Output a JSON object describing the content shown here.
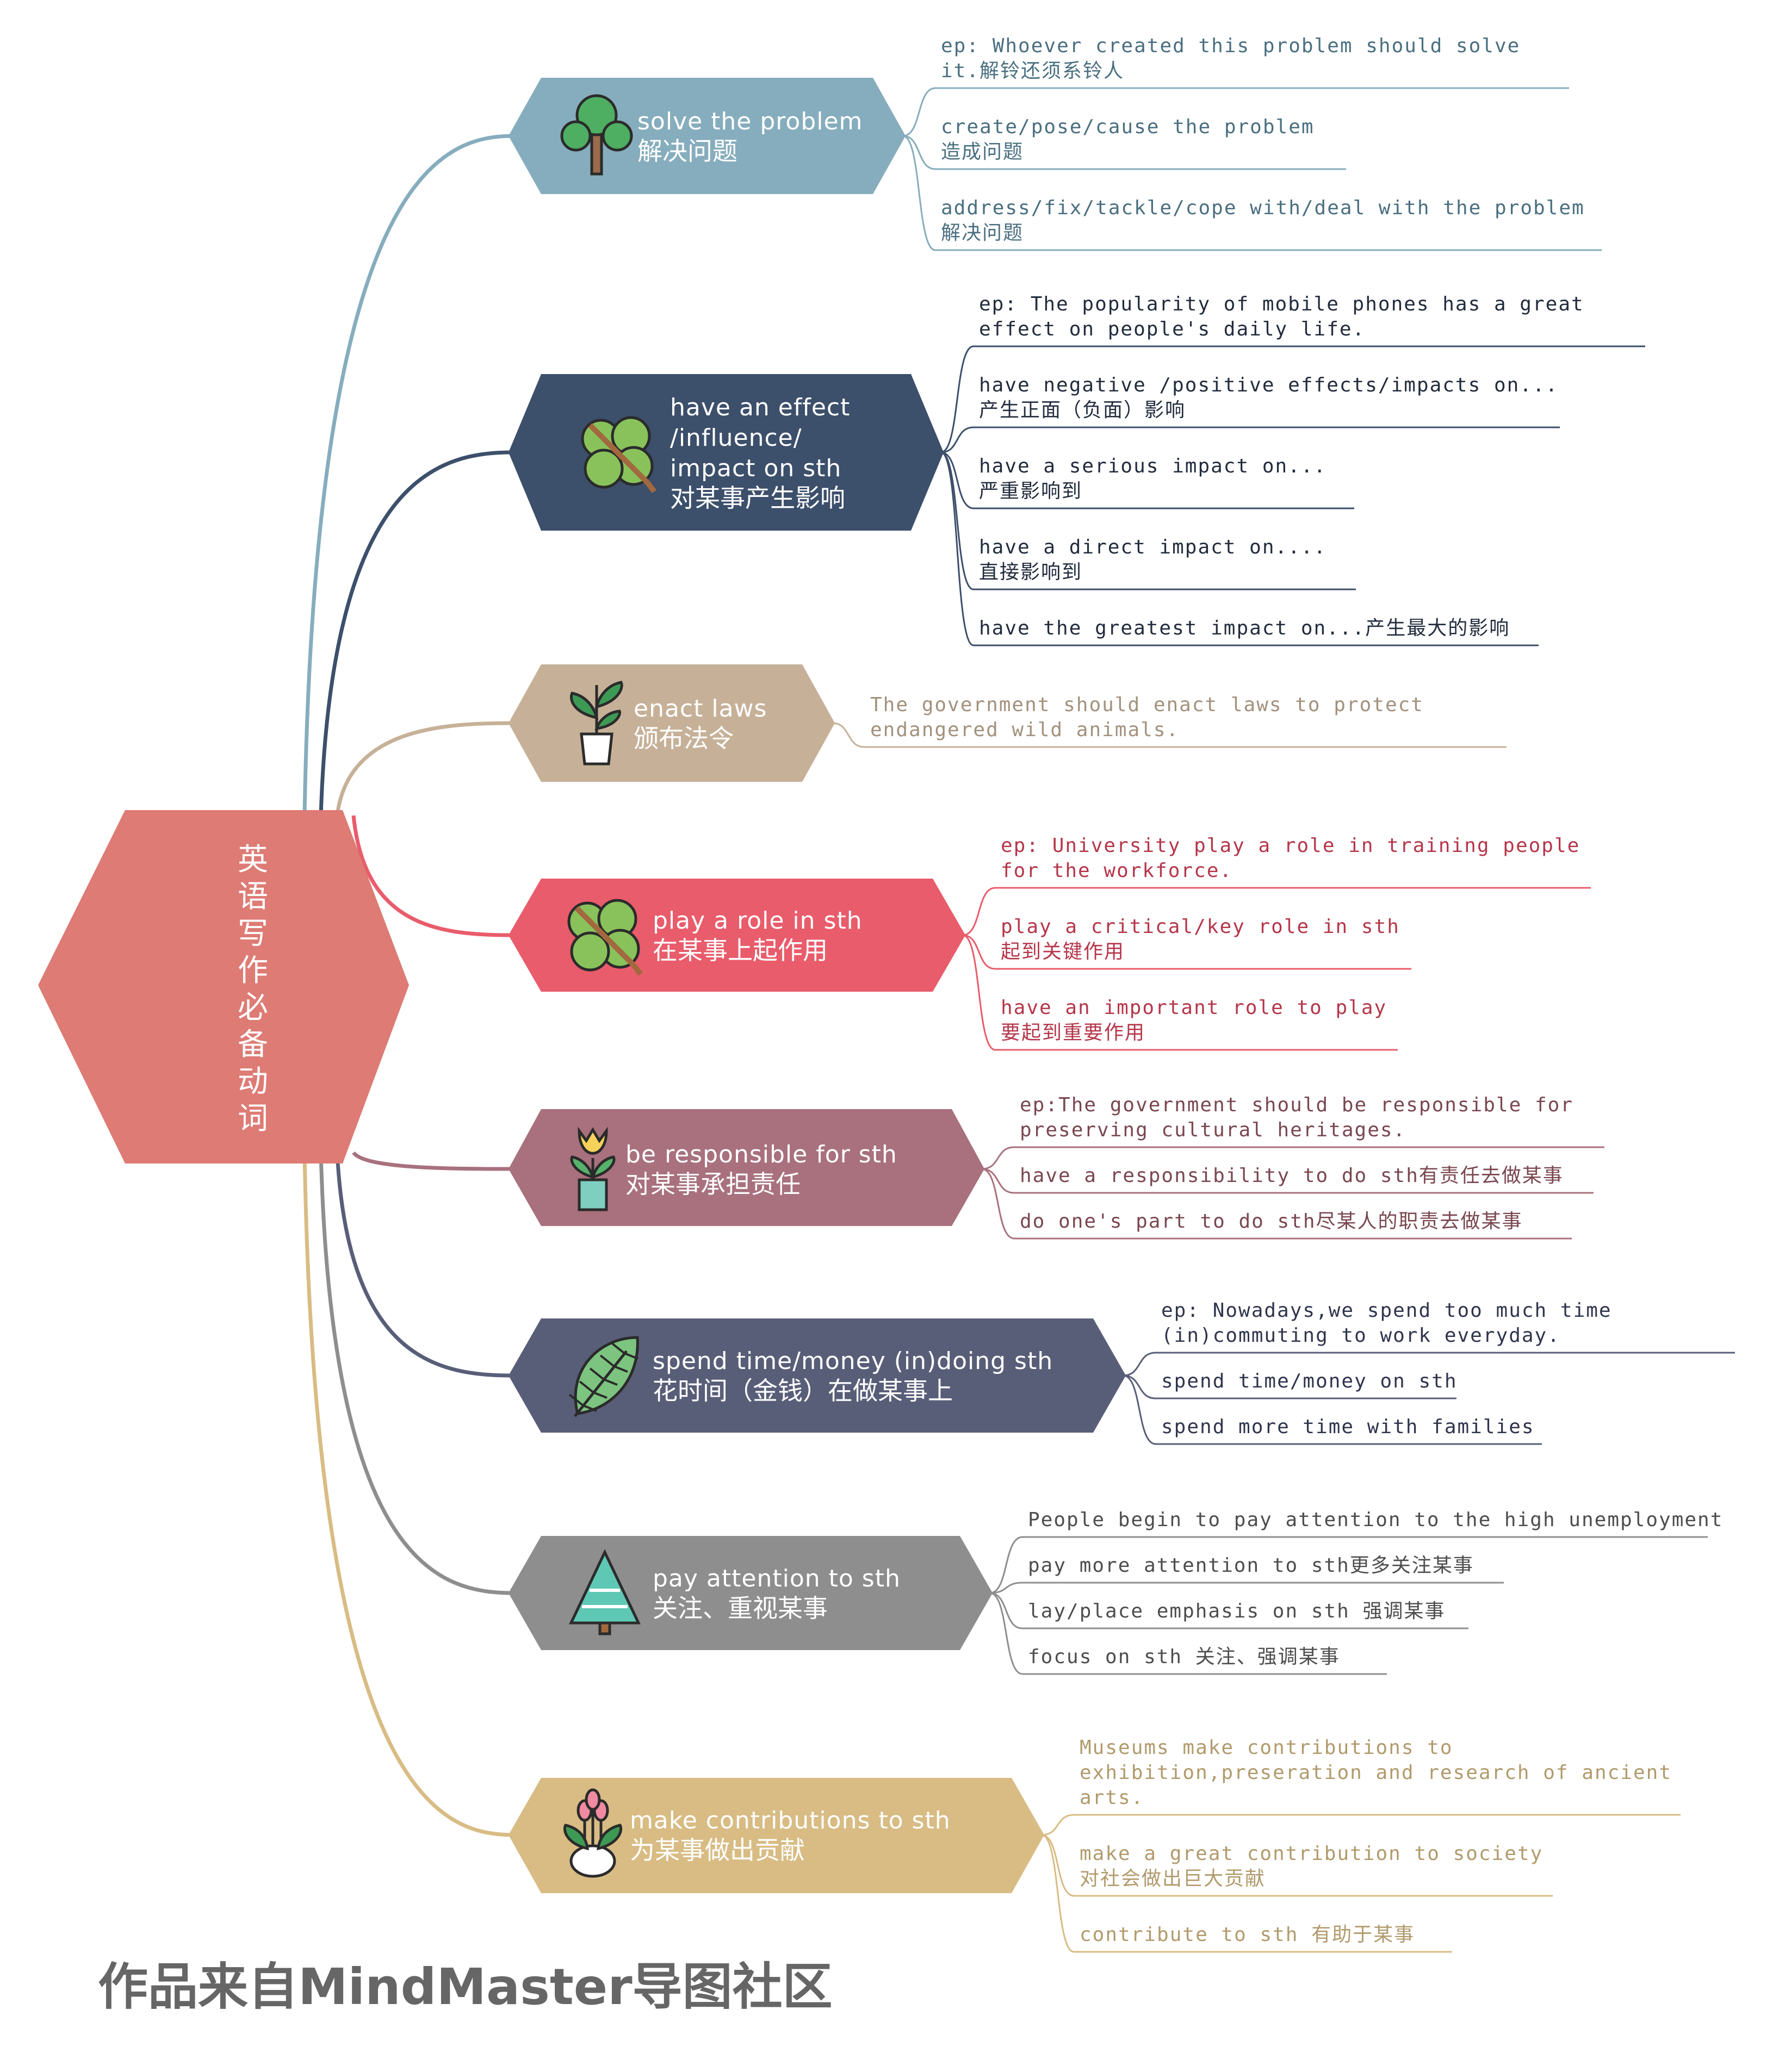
{
  "root": {
    "chars": [
      "英",
      "语",
      "写",
      "作",
      "必",
      "备",
      "动",
      "词"
    ],
    "color": "#dd7b74",
    "icon": "tulip-icon"
  },
  "branches": [
    {
      "title_lines": [
        "solve the problem"
      ],
      "cn": "解决问题",
      "color": "#86adbd",
      "icon": "tree-icon",
      "leaves": [
        {
          "lines": [
            "ep: Whoever created this problem should solve",
            "it.解铃还须系铃人"
          ]
        },
        {
          "lines": [
            "create/pose/cause the problem",
            "造成问题"
          ]
        },
        {
          "lines": [
            "address/fix/tackle/cope with/deal with the problem",
            "解决问题"
          ]
        }
      ]
    },
    {
      "title_lines": [
        "have an effect",
        "/influence/",
        "impact on sth"
      ],
      "cn": "对某事产生影响",
      "color": "#3c4f6b",
      "icon": "clover-icon",
      "leaves": [
        {
          "lines": [
            "ep: The popularity of mobile phones has a great",
            "effect on people's daily life."
          ]
        },
        {
          "lines": [
            "have negative /positive effects/impacts on...",
            "产生正面（负面）影响"
          ]
        },
        {
          "lines": [
            "have a serious impact on...",
            "严重影响到"
          ]
        },
        {
          "lines": [
            "have a direct impact on....",
            "直接影响到"
          ]
        },
        {
          "lines": [
            "have the greatest impact on...产生最大的影响"
          ]
        }
      ]
    },
    {
      "title_lines": [
        "enact laws"
      ],
      "cn": "颁布法令",
      "color": "#c6b198",
      "icon": "potted-plant-icon",
      "leaves": [
        {
          "lines": [
            "The government should enact laws to protect",
            "endangered wild animals."
          ]
        }
      ]
    },
    {
      "title_lines": [
        "play a role in sth"
      ],
      "cn": "在某事上起作用",
      "color": "#e95c6b",
      "icon": "clover-icon",
      "leaves": [
        {
          "lines": [
            "ep: University play a role in training people",
            "for the workforce."
          ]
        },
        {
          "lines": [
            "play a critical/key role in sth",
            "起到关键作用"
          ]
        },
        {
          "lines": [
            "have an important role to play",
            "要起到重要作用"
          ]
        }
      ]
    },
    {
      "title_lines": [
        "be responsible for sth"
      ],
      "cn": "对某事承担责任",
      "color": "#a8717d",
      "icon": "tulip-pot-icon",
      "leaves": [
        {
          "lines": [
            "ep:The government should be responsible for",
            "preserving cultural heritages."
          ]
        },
        {
          "lines": [
            "have a responsibility to do sth有责任去做某事"
          ]
        },
        {
          "lines": [
            "do one's part to do sth尽某人的职责去做某事"
          ]
        }
      ]
    },
    {
      "title_lines": [
        "spend time/money (in)doing sth"
      ],
      "cn": "花时间（金钱）在做某事上",
      "color": "#595e78",
      "icon": "leaf-icon",
      "leaves": [
        {
          "lines": [
            "ep: Nowadays,we spend too much time",
            "(in)commuting to work everyday."
          ]
        },
        {
          "lines": [
            "spend time/money on sth"
          ]
        },
        {
          "lines": [
            "spend more time with families"
          ]
        }
      ]
    },
    {
      "title_lines": [
        "pay attention to sth"
      ],
      "cn": "关注、重视某事",
      "color": "#8e8e8e",
      "icon": "pine-tree-icon",
      "leaves": [
        {
          "lines": [
            "People begin to pay attention to the high unemployment"
          ]
        },
        {
          "lines": [
            "pay more attention to sth更多关注某事"
          ]
        },
        {
          "lines": [
            "lay/place emphasis on sth 强调某事"
          ]
        },
        {
          "lines": [
            "focus on sth 关注、强调某事"
          ]
        }
      ]
    },
    {
      "title_lines": [
        "make contributions to sth"
      ],
      "cn": "为某事做出贡献",
      "color": "#d8bc84",
      "icon": "flower-pot-icon",
      "leaves": [
        {
          "lines": [
            "Museums make contributions to",
            "exhibition,preseration and research of ancient",
            "arts."
          ]
        },
        {
          "lines": [
            "make a great contribution to society",
            "对社会做出巨大贡献"
          ]
        },
        {
          "lines": [
            "contribute to sth 有助于某事"
          ]
        }
      ]
    }
  ],
  "footer": "作品来自MindMaster导图社区"
}
